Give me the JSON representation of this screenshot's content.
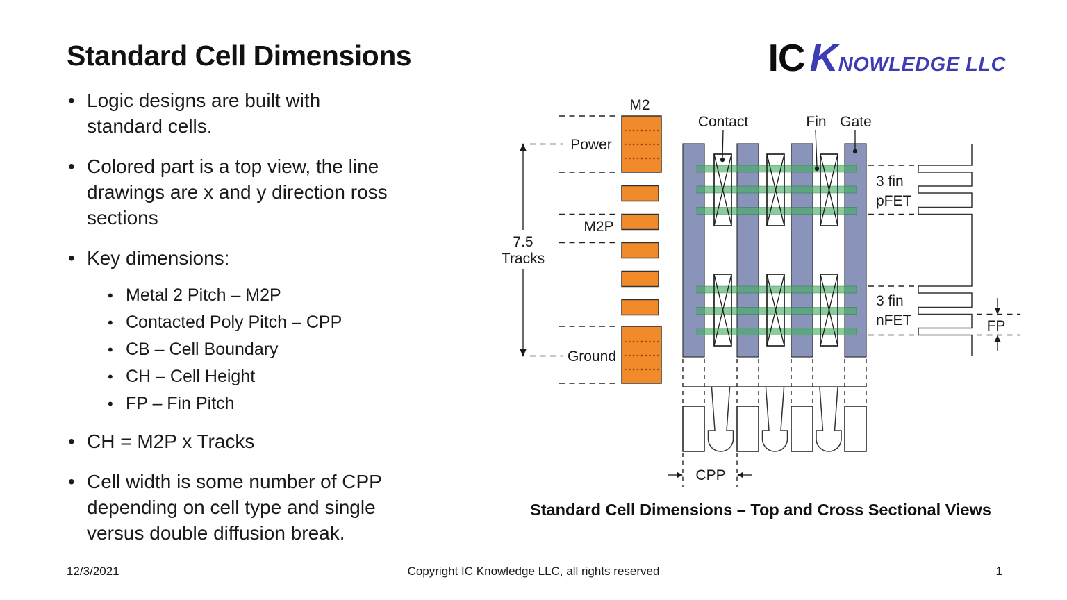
{
  "slide": {
    "title": "Standard Cell Dimensions",
    "date": "12/3/2021",
    "copyright": "Copyright IC Knowledge LLC, all rights reserved",
    "page_number": "1"
  },
  "logo": {
    "ic": "IC",
    "k": "K",
    "rest": "NOWLEDGE LLC"
  },
  "bullets": [
    {
      "level": 1,
      "lines": [
        "Logic designs are built with",
        "standard cells."
      ]
    },
    {
      "level": 1,
      "lines": [
        "Colored part is a top view, the line",
        "drawings are x and y direction ross",
        "sections"
      ]
    },
    {
      "level": 1,
      "lines": [
        "Key dimensions:"
      ]
    },
    {
      "level": 2,
      "lines": [
        "Metal 2 Pitch – M2P"
      ]
    },
    {
      "level": 2,
      "lines": [
        "Contacted Poly Pitch – CPP"
      ]
    },
    {
      "level": 2,
      "lines": [
        "CB – Cell Boundary"
      ]
    },
    {
      "level": 2,
      "lines": [
        "CH – Cell Height"
      ]
    },
    {
      "level": 2,
      "lines": [
        "FP – Fin Pitch"
      ]
    },
    {
      "level": 1,
      "lines": [
        "CH = M2P x Tracks"
      ]
    },
    {
      "level": 1,
      "lines": [
        "Cell width is some number of CPP",
        "depending on cell type and single",
        "versus double diffusion break."
      ]
    }
  ],
  "diagram": {
    "caption": "Standard Cell Dimensions – Top and Cross Sectional Views",
    "labels": {
      "m2": "M2",
      "power": "Power",
      "m2p": "M2P",
      "ground": "Ground",
      "tracks_line1": "7.5",
      "tracks_line2": "Tracks",
      "contact": "Contact",
      "fin": "Fin",
      "gate": "Gate",
      "pfet_line1": "3 fin",
      "pfet_line2": "pFET",
      "nfet_line1": "3 fin",
      "nfet_line2": "nFET",
      "fp": "FP",
      "cpp": "CPP"
    },
    "colors": {
      "rail_orange": "#F08A2B",
      "gate_blue": "#8A94BB",
      "fin_green": "#44AD5F",
      "logo_blue": "#3C3CB4"
    }
  }
}
